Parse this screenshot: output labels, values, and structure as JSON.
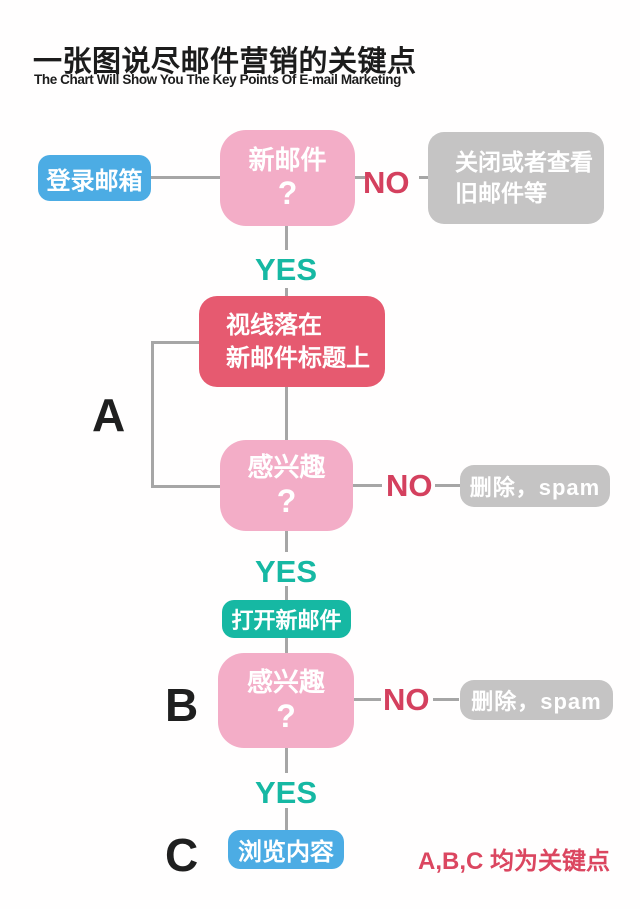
{
  "header": {
    "title": "一张图说尽邮件营销的关键点",
    "subtitle": "The Chart Will Show You The Key Points Of E-mail Marketing"
  },
  "colors": {
    "process_blue": "#4cace4",
    "question_pink": "#f3adc7",
    "highlight_red": "#e65a70",
    "action_teal": "#16b8a3",
    "result_gray": "#c5c4c4",
    "no_label": "#d4405e",
    "yes_label": "#16b8a3",
    "note_red": "#db4660",
    "connector_gray": "#a6a6a6",
    "text_black": "#1c1c1c"
  },
  "nodes": {
    "login": {
      "label": "登录邮箱"
    },
    "q_new_mail": {
      "line1": "新邮件",
      "mark": "?"
    },
    "close_old": {
      "line1": "关闭或者查看",
      "line2": "旧邮件等"
    },
    "gaze_title": {
      "line1": "视线落在",
      "line2": "新邮件标题上"
    },
    "q_interested_1": {
      "line1": "感兴趣",
      "mark": "?"
    },
    "delete_spam_1": {
      "label": "删除，spam"
    },
    "open_mail": {
      "label": "打开新邮件"
    },
    "q_interested_2": {
      "line1": "感兴趣",
      "mark": "?"
    },
    "delete_spam_2": {
      "label": "删除，spam"
    },
    "browse": {
      "label": "浏览内容"
    }
  },
  "labels": {
    "no1": "NO",
    "no2": "NO",
    "no3": "NO",
    "yes1": "YES",
    "yes2": "YES",
    "yes3": "YES",
    "a": "A",
    "b": "B",
    "c": "C",
    "note": "A,B,C 均为关键点"
  }
}
